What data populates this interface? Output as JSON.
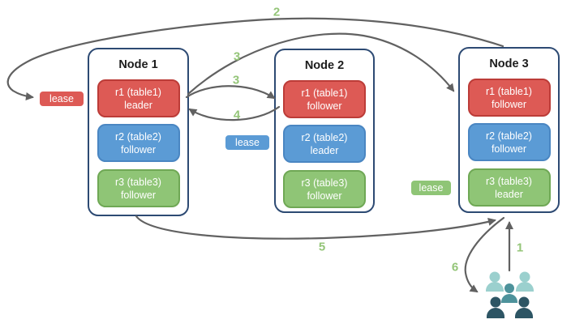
{
  "nodes": [
    {
      "title": "Node 1",
      "replicas": [
        {
          "range": "r1 (table1)",
          "role": "leader",
          "color": "#dd5a55"
        },
        {
          "range": "r2 (table2)",
          "role": "follower",
          "color": "#5b9bd5"
        },
        {
          "range": "r3 (table3)",
          "role": "follower",
          "color": "#8fc576"
        }
      ]
    },
    {
      "title": "Node 2",
      "replicas": [
        {
          "range": "r1 (table1)",
          "role": "follower",
          "color": "#dd5a55"
        },
        {
          "range": "r2 (table2)",
          "role": "leader",
          "color": "#5b9bd5"
        },
        {
          "range": "r3 (table3)",
          "role": "follower",
          "color": "#8fc576"
        }
      ]
    },
    {
      "title": "Node 3",
      "replicas": [
        {
          "range": "r1 (table1)",
          "role": "follower",
          "color": "#dd5a55"
        },
        {
          "range": "r2 (table2)",
          "role": "follower",
          "color": "#5b9bd5"
        },
        {
          "range": "r3 (table3)",
          "role": "leader",
          "color": "#8fc576"
        }
      ]
    }
  ],
  "leases": [
    {
      "label": "lease",
      "color": "#dd5a55",
      "near": "Node 1 r1"
    },
    {
      "label": "lease",
      "color": "#5b9bd5",
      "near": "Node 2 r2"
    },
    {
      "label": "lease",
      "color": "#8fc576",
      "near": "Node 3 r3"
    }
  ],
  "steps": {
    "s1": "1",
    "s2": "2",
    "s3a": "3",
    "s3b": "3",
    "s4": "4",
    "s5": "5",
    "s6": "6"
  },
  "icons": {
    "user_group": "user-group-icon"
  },
  "palette": {
    "node_border": "#2d4a73",
    "red_fill": "#dd5a55",
    "red_border": "#bc3c38",
    "blue_fill": "#5b9bd5",
    "blue_border": "#4a86c2",
    "green_fill": "#8fc576",
    "green_border": "#6fa855",
    "arrow": "#616161",
    "step_label": "#94c578",
    "user_light": "#9bd0ce",
    "user_mid": "#4d929b",
    "user_dark": "#2d5564"
  }
}
